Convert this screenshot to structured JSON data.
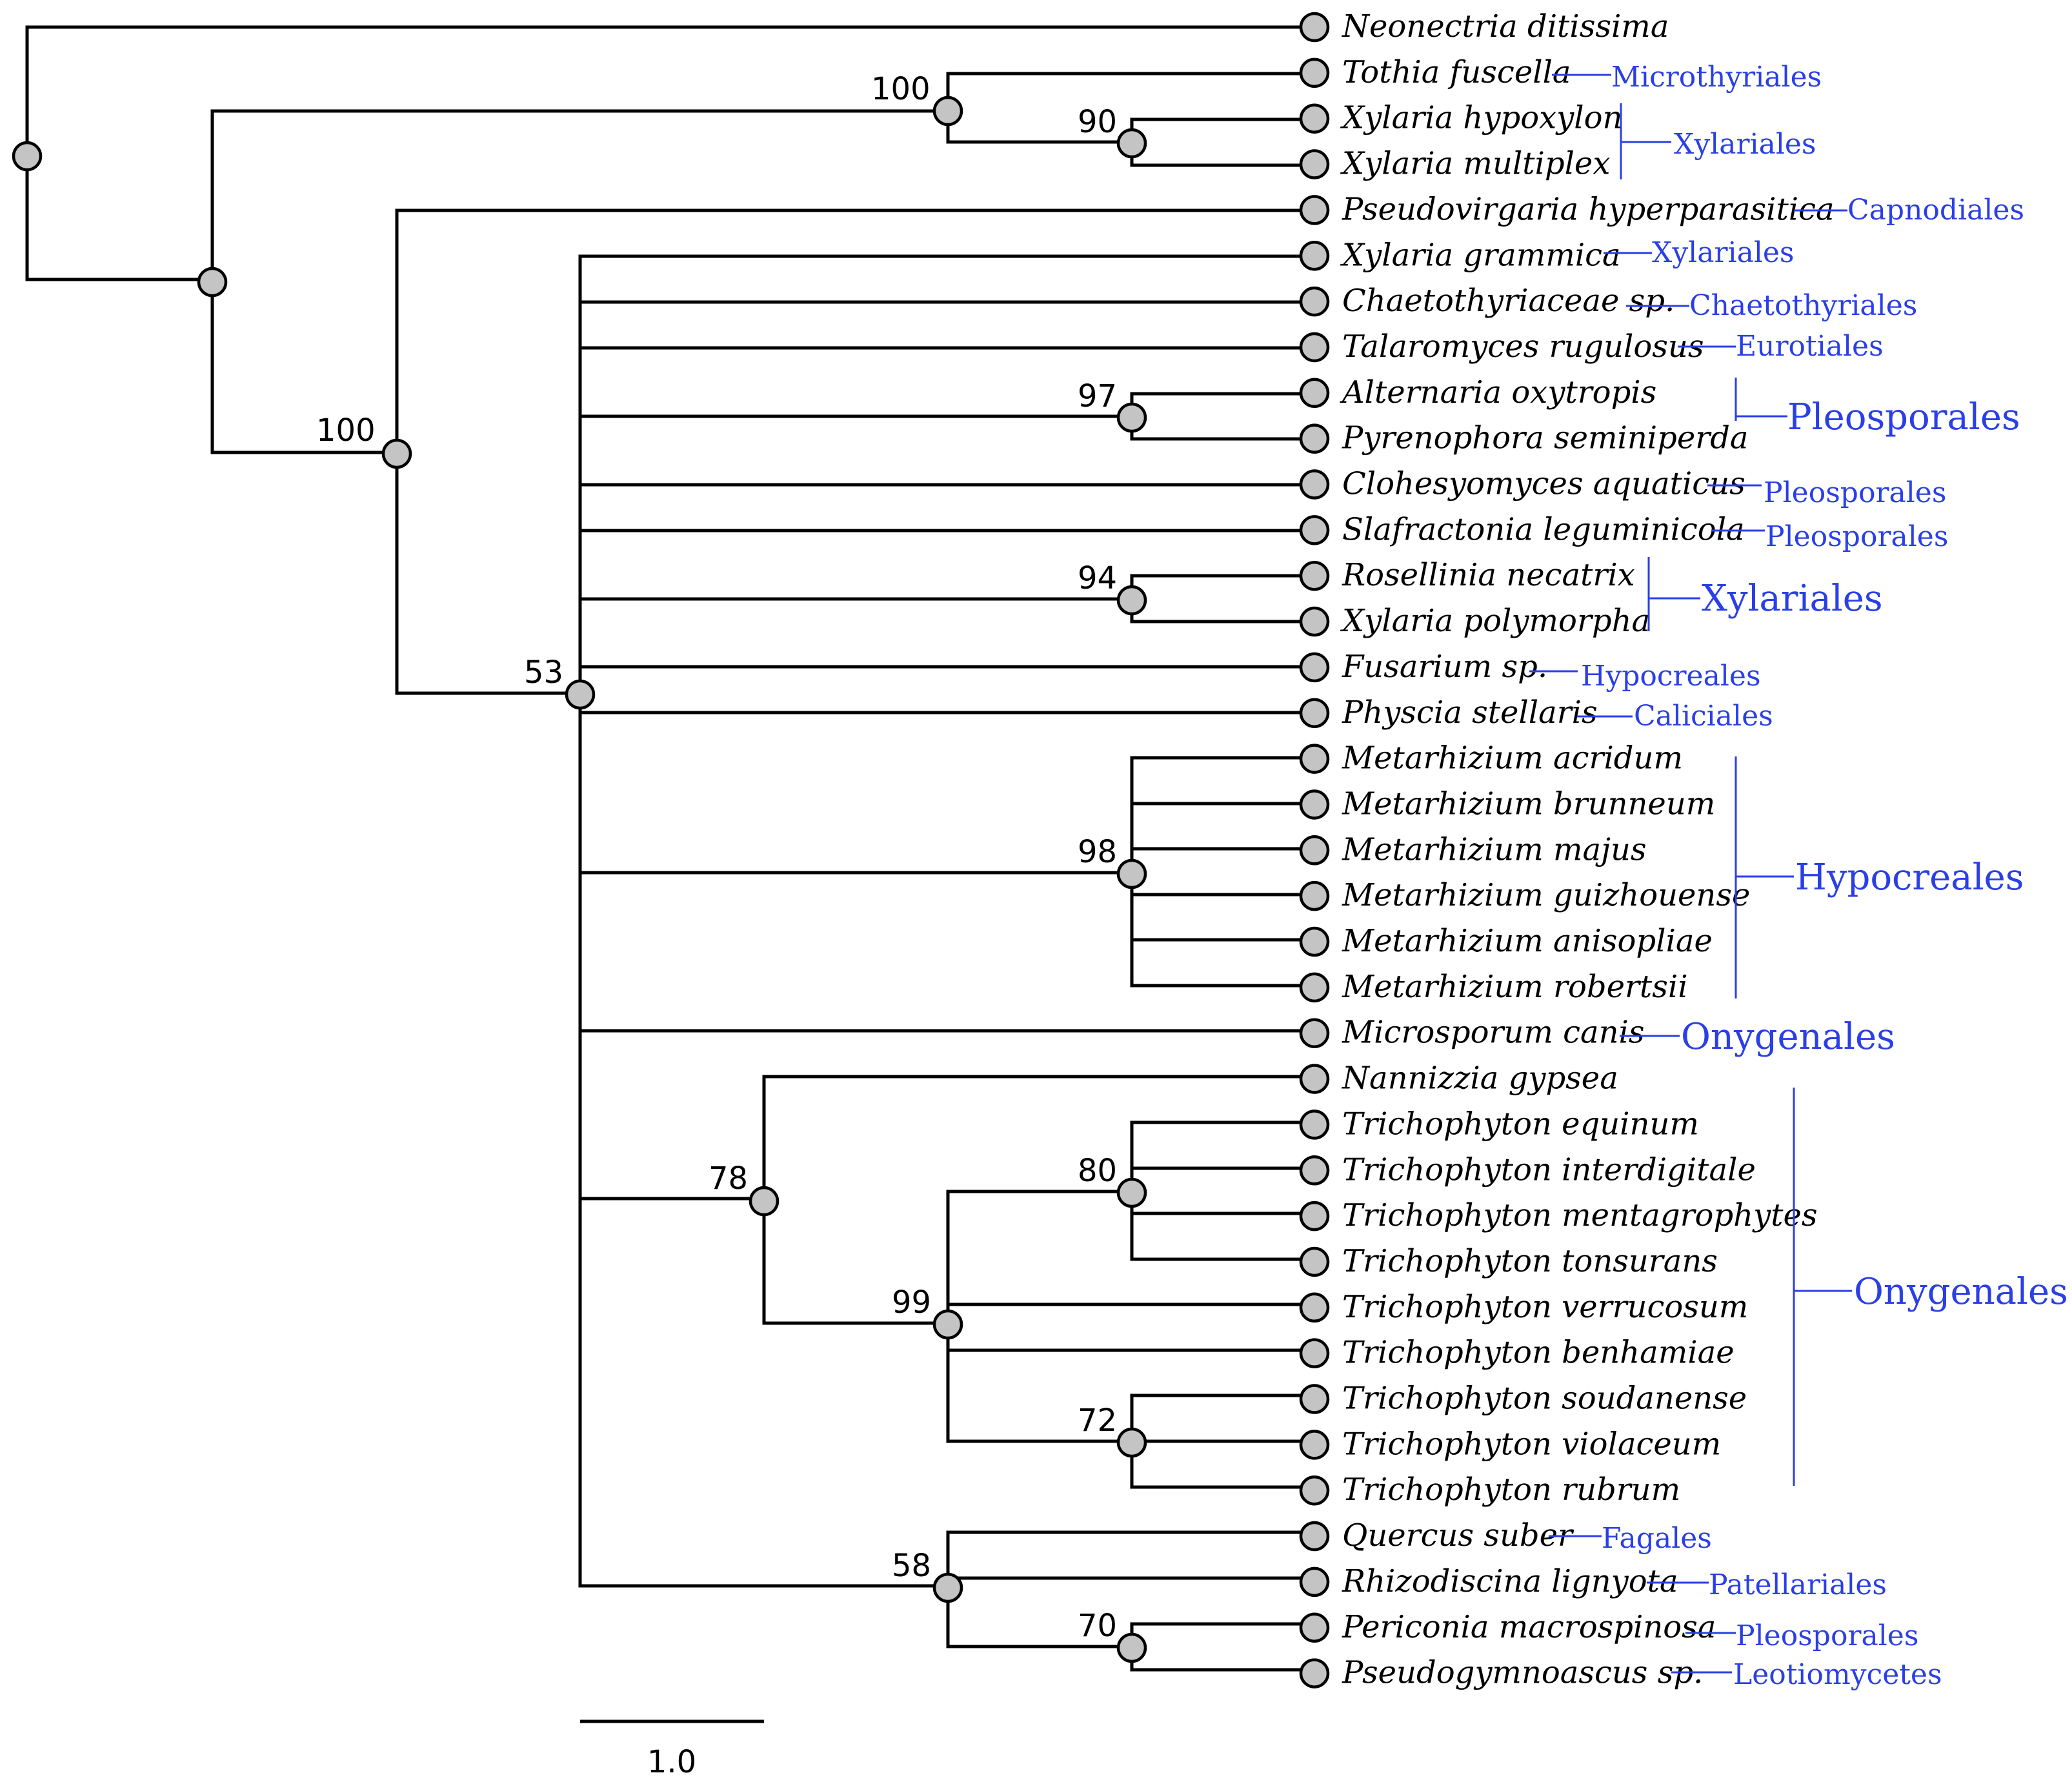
{
  "taxa": [
    "Neonectria ditissima",
    "Tothia fuscella",
    "Xylaria hypoxylon",
    "Xylaria multiplex",
    "Pseudovirgaria hyperparasitica",
    "Xylaria grammica",
    "Chaetothyriaceae sp.",
    "Talaromyces rugulosus",
    "Alternaria oxytropis",
    "Pyrenophora seminiperda",
    "Clohesyomyces aquaticus",
    "Slafractonia leguminicola",
    "Rosellinia necatrix",
    "Xylaria polymorpha",
    "Fusarium sp.",
    "Physcia stellaris",
    "Metarhizium acridum",
    "Metarhizium brunneum",
    "Metarhizium majus",
    "Metarhizium guizhouense",
    "Metarhizium anisopliae",
    "Metarhizium robertsii",
    "Microsporum canis",
    "Nannizzia gypsea",
    "Trichophyton equinum",
    "Trichophyton interdigitale",
    "Trichophyton mentagrophytes",
    "Trichophyton tonsurans",
    "Trichophyton verrucosum",
    "Trichophyton benhamiae",
    "Trichophyton soudanense",
    "Trichophyton violaceum",
    "Trichophyton rubrum",
    "Quercus suber",
    "Rhizodiscina lignyota",
    "Periconia macrospinosa",
    "Pseudogymnoascus sp."
  ],
  "support_values": {
    "n_tothia_xylaria": "100",
    "n_xylaria_pair": "90",
    "n_pseudovirgaria": "100",
    "n_main": "53",
    "n_pleospora_pair": "97",
    "n_rosellinia_pair": "94",
    "n_metarhizium": "98",
    "n_dermato": "78",
    "n_trichophyton": "99",
    "n_tricho_a": "80",
    "n_tricho_b": "72",
    "n_quercus": "58",
    "n_periconia": "70"
  },
  "order_labels": {
    "microthyriales": "Microthyriales",
    "xylariales_1": "Xylariales",
    "capnodiales": "Capnodiales",
    "xylariales_2": "Xylariales",
    "chaetothyriales": "Chaetothyriales",
    "eurotiales": "Eurotiales",
    "pleosporales_1": "Pleosporales",
    "pleosporales_2": "Pleosporales",
    "pleosporales_3": "Pleosporales",
    "xylariales_3": "Xylariales",
    "hypocreales_1": "Hypocreales",
    "caliciales": "Caliciales",
    "hypocreales_2": "Hypocreales",
    "onygenales_1": "Onygenales",
    "onygenales_2": "Onygenales",
    "fagales": "Fagales",
    "patellariales": "Patellariales",
    "pleosporales_4": "Pleosporales",
    "leotiomycetes": "Leotiomycetes"
  },
  "scale_bar": {
    "label": "1.0",
    "length": 1.0
  },
  "colors": {
    "branch": "#000000",
    "node_fill": "#c4c4c4",
    "annotation": "#2a3fe6"
  }
}
